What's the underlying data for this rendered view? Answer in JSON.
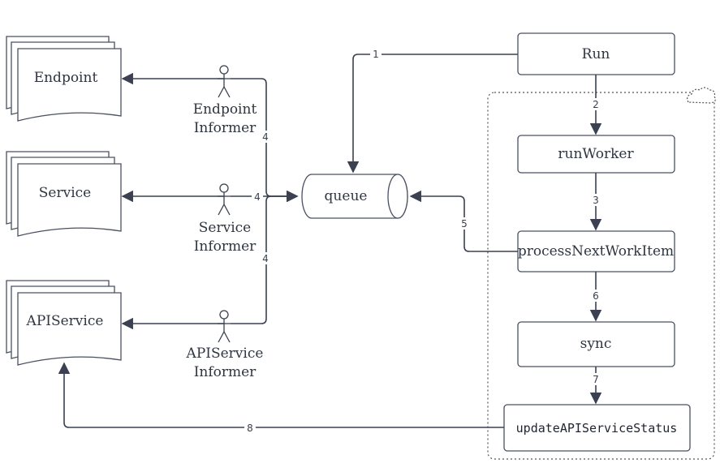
{
  "nodes": {
    "endpoint": "Endpoint",
    "service": "Service",
    "apiservice": "APIService",
    "endpoint_informer": [
      "Endpoint",
      "Informer"
    ],
    "service_informer": [
      "Service",
      "Informer"
    ],
    "apiservice_informer": [
      "APIService",
      "Informer"
    ],
    "queue": "queue",
    "run": "Run",
    "run_worker": "runWorker",
    "process_next_work_item": "processNextWorkItem",
    "sync": "sync",
    "update_status": "updateAPIServiceStatus"
  },
  "edges": {
    "e1": "1",
    "e2": "2",
    "e3": "3",
    "e4a": "4",
    "e4b": "4",
    "e4c": "4",
    "e5": "5",
    "e6": "6",
    "e7": "7",
    "e8": "8"
  },
  "colors": {
    "stroke": "#3b4150",
    "box_fill": "#ffffff",
    "text": "#2f3540"
  }
}
